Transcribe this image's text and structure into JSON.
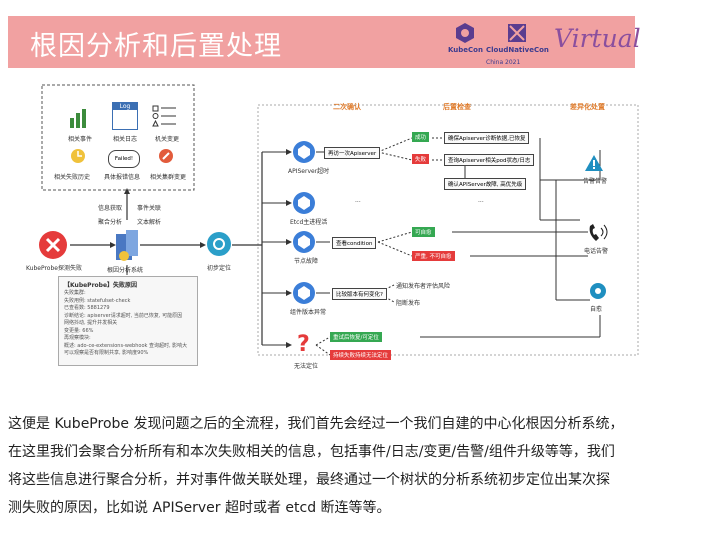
{
  "slide": {
    "title": "根因分析和后置处理",
    "logos": {
      "kubecon": "KubeCon",
      "cloudnativecon": "CloudNativeCon",
      "event": "China 2021",
      "virtual": "Virtual"
    }
  },
  "diagram": {
    "headers": {
      "second_confirm": "二次确认",
      "post_check": "后置检查",
      "differentiated": "差异化处置"
    },
    "top_panel": {
      "items": [
        "相关事件",
        "相关日志",
        "机关变更",
        "相关失败历史",
        "具体报错信息",
        "相关集群变更"
      ],
      "log_label": "Log",
      "failed_label": "Failed!"
    },
    "mid_labels": [
      "信息获取",
      "聚合分析",
      "事件关联",
      "文本解析"
    ],
    "nodes": {
      "kubeprobe": "KubeProbe探测失败",
      "rca": "根因分析系统",
      "locate": "初步定位",
      "apiserver": "APIServer超时",
      "etcd": "Etcd主进程活",
      "node_fault": "节点故障",
      "component": "组件版本异常",
      "unknown": "无法定位"
    },
    "actions": {
      "retry": "再访一次Apiserver",
      "view_condition": "查看condition",
      "version_check": "比较版本有何变化?",
      "ellipsis1": "...",
      "ellipsis2": "..."
    },
    "results": {
      "success": "成功",
      "fail": "失败",
      "ok1": "确保Apiserver诊断依据,已恢复",
      "check_pod": "查询Apiserver相关pod状态/日志",
      "confirm": "确认APIServer故障, 高优先级",
      "recoverable": "可自愈",
      "severe": "严重, 不可自愈",
      "notify_owner": "通知发布者评估风险",
      "block_release": "阻断发布",
      "retry_locate": "重试后恢复/可定位",
      "persistent": "持续失败持续无法定位"
    },
    "outcomes": {
      "alert": "告警告警",
      "phone": "电话告警",
      "auto": "自愈"
    },
    "report": {
      "title": "【KubeProbe】失败原因",
      "lines": [
        "失败集群:",
        "失败用例: statefulset-check",
        "已查看数: 5881279",
        "诊断结论: apiserver请求超时, 当前已恢复, 可能原因",
        "网络抖动, 提升并发相关",
        "变更量: 66%",
        "再观察模块:",
        "概述: ado-ce-extensions-webhook 查询超时, 影响大",
        "可以观察是否有限制共享, 影响度90%"
      ]
    }
  },
  "paragraph": {
    "lines": [
      "这便是 KubeProbe 发现问题之后的全流程，我们首先会经过一个我们自建的中心化根因分析系统，",
      "在这里我们会聚合分析所有和本次失败相关的信息，包括事件/日志/变更/告警/组件升级等等，我们",
      "将这些信息进行聚合分析，并对事件做关联处理，最终通过一个树状的分析系统初步定位出某次探",
      "测失败的原因，比如说 APIServer 超时或者 etcd 断连等等。"
    ]
  },
  "colors": {
    "banner": "#f1a1a1",
    "header_orange": "#e07b2a",
    "success_green": "#35a852",
    "fail_red": "#e53b3b"
  }
}
